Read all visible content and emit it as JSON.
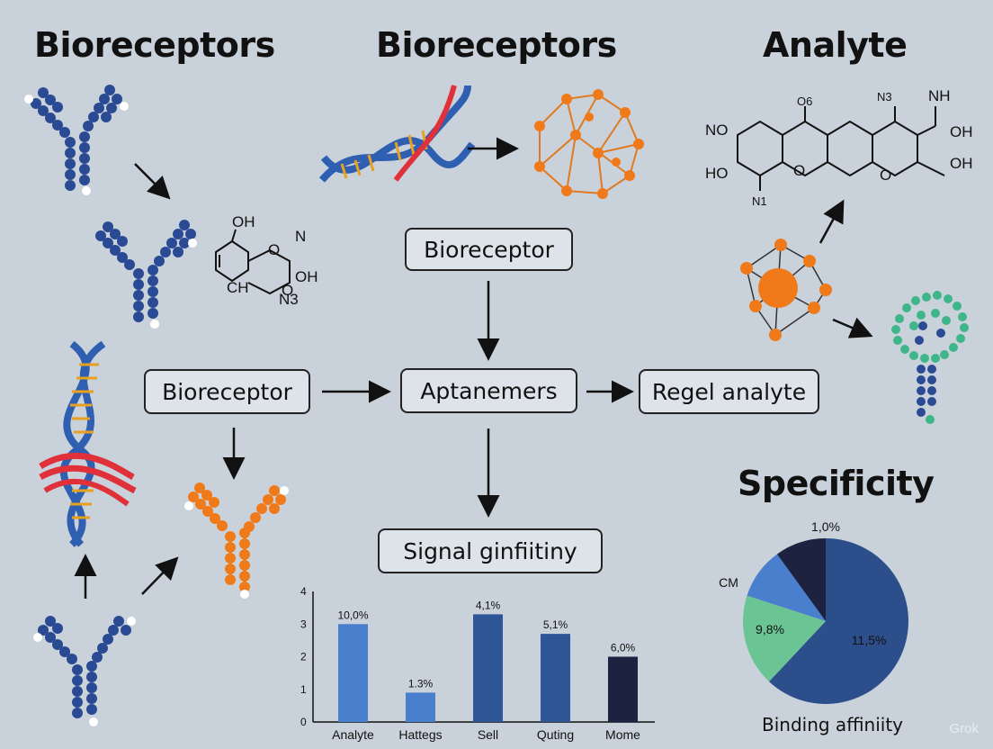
{
  "headings": {
    "left": "Bioreceptors",
    "center": "Bioreceptors",
    "right": "Analyte",
    "specificity": "Specificity"
  },
  "boxes": {
    "bioreceptor_top": "Bioreceptor",
    "bioreceptor_left": "Bioreceptor",
    "aptanemers": "Aptanemers",
    "regel_analyte": "Regel analyte",
    "signal": "Signal ginfiitiny"
  },
  "molecule_small": {
    "labels": [
      "OH",
      "N",
      "O",
      "O",
      "OH",
      "CH",
      "N3"
    ]
  },
  "molecule_large": {
    "labels": [
      "NO",
      "HO",
      "O6",
      "N3",
      "NH",
      "OH",
      "OH",
      "O",
      "O",
      "N1"
    ]
  },
  "bar_chart": {
    "chart_data": {
      "type": "bar",
      "categories": [
        "Analyte",
        "Hattegs",
        "Sell",
        "Quting",
        "Mome"
      ],
      "values": [
        3.0,
        0.9,
        3.3,
        2.7,
        2.0
      ],
      "data_labels": [
        "10,0%",
        "1.3%",
        "4,1%",
        "5,1%",
        "6,0%"
      ],
      "colors": [
        "#4a7fce",
        "#4a7fce",
        "#2e5596",
        "#2e5596",
        "#1c2240"
      ],
      "yticks": [
        "0",
        "1",
        "2",
        "3",
        "4"
      ],
      "ylim": [
        0,
        4
      ]
    }
  },
  "pie_chart": {
    "chart_data": {
      "type": "pie",
      "slices": [
        {
          "label": "11,5%",
          "value": 62,
          "color": "#2c4f8c"
        },
        {
          "label": "9,8%",
          "value": 18,
          "color": "#6bc493"
        },
        {
          "label": "CM",
          "value": 10,
          "color": "#4a7fce"
        },
        {
          "label": "1,0%",
          "value": 10,
          "color": "#1c2240"
        }
      ]
    },
    "caption": "Binding affiniity"
  },
  "watermark": "Grok"
}
